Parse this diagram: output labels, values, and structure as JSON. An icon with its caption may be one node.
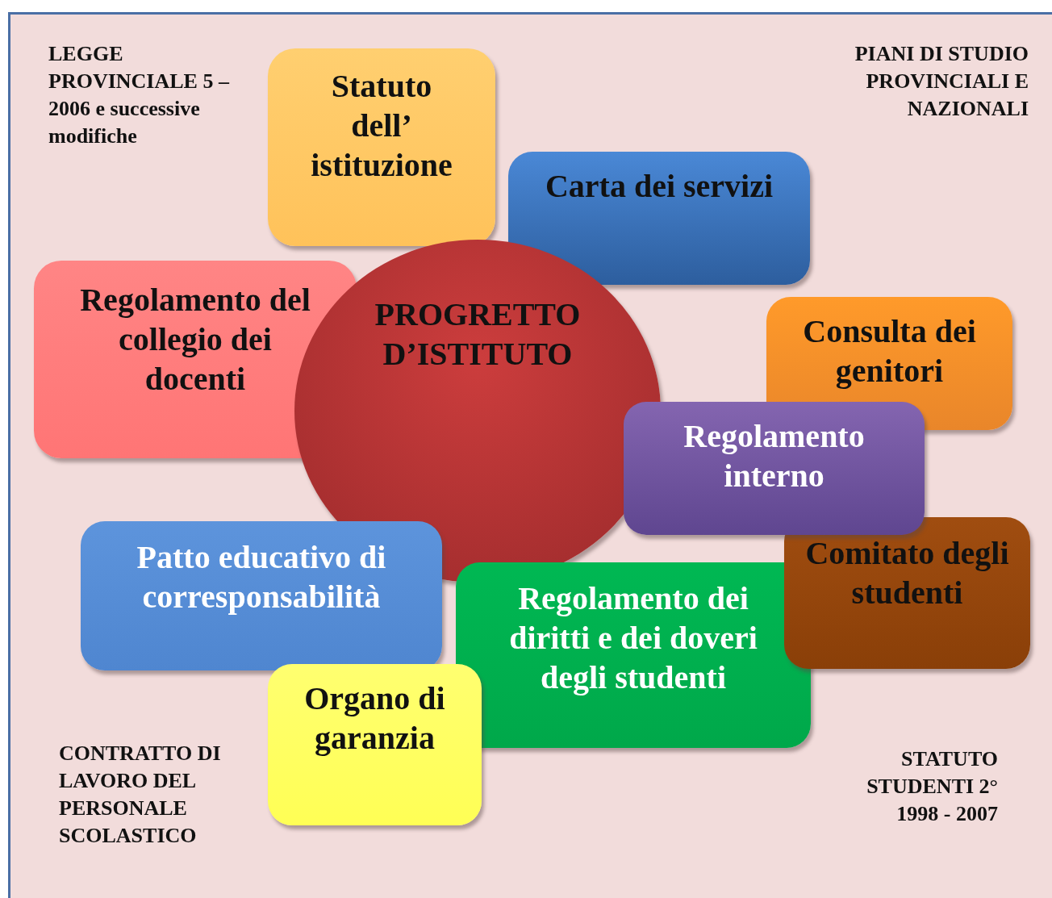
{
  "diagram": {
    "nodes": [
      {
        "text": [
          "Statuto dell’ istituzione"
        ]
      },
      {
        "text": [
          "Carta dei servizi"
        ]
      },
      {
        "text": [
          "Regolamento del collegio dei docenti"
        ]
      },
      {
        "text": [
          "PROGRETTO D’ISTITUTO"
        ]
      },
      {
        "text": [
          "Consulta dei genitori"
        ]
      },
      {
        "text": [
          "Regolamento interno"
        ]
      },
      {
        "text": [
          "Comitato degli studenti"
        ]
      },
      {
        "text": [
          "Patto educativo di corresponsabilità"
        ]
      },
      {
        "text": [
          "Regolamento dei diritti e dei doveri degli studenti"
        ]
      },
      {
        "text": [
          "Organo di garanzia"
        ]
      }
    ],
    "edges": [],
    "labels": [
      "LEGGE PROVINCIALE 5 – 2006 e successive modifiche",
      "PIANI DI STUDIO PROVINCIALI E NAZIONALI",
      "CONTRATTO DI LAVORO DEL PERSONALE SCOLASTICO",
      "STATUTO STUDENTI 2° 1998 - 2007"
    ]
  }
}
